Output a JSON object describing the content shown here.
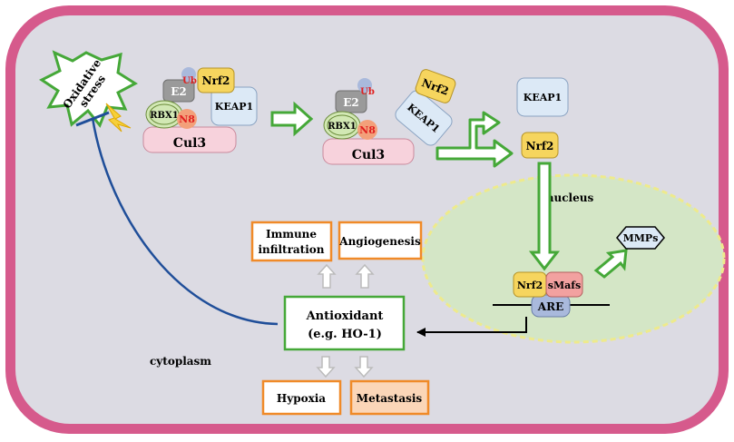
{
  "labels": {
    "oxidative_stress_line1": "Oxidative",
    "oxidative_stress_line2": "stress",
    "ub": "Ub",
    "e2": "E2",
    "nrf2": "Nrf2",
    "rbx1": "RBX1",
    "n8": "N8",
    "keap1": "KEAP1",
    "cul3": "Cul3",
    "nucleus": "nucleus",
    "mmps": "MMPs",
    "smafs": "sMafs",
    "are": "ARE",
    "antioxidant_line1": "Antioxidant",
    "antioxidant_line2": "(e.g. HO-1)",
    "immune_line1": "Immune",
    "immune_line2": "infiltration",
    "angiogenesis": "Angiogenesis",
    "hypoxia": "Hypoxia",
    "metastasis": "Metastasis",
    "cytoplasm": "cytoplasm"
  },
  "colors": {
    "membrane": "#d65a8c",
    "cytoplasm": "#dcdbe3",
    "nucleus_fill": "#d4e6c6",
    "nucleus_border": "#eeea8c",
    "nrf2": "#f6d55e",
    "keap1": "#dce9f6",
    "e2": "#9a9a9a",
    "ub": "#a9b9dc",
    "rbx1": "#d2e8b4",
    "n8": "#f3a07a",
    "cul3": "#f7d2dc",
    "smafs": "#f2a1a0",
    "are": "#a9b9dc",
    "green_arrow": "#45a838",
    "orange_box": "#f08a28",
    "light_orange": "#fbd6b8",
    "inhibit_line": "#1f4e99",
    "star_border": "#45a838"
  }
}
